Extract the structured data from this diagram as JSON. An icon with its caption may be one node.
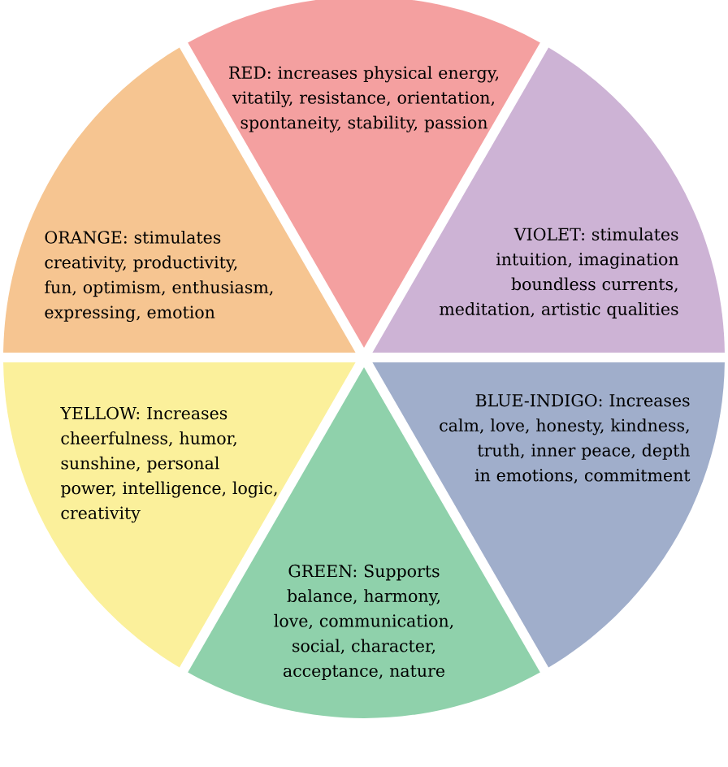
{
  "diagram": {
    "nodes": [
      {
        "text": [
          "RED: increases physical energy, vitatily, resistance, orientation, spontaneity, stability, passion"
        ]
      },
      {
        "text": [
          "ORANGE: stimulates creativity, productivity, fun, optimism, enthusiasm, expressing, emotion"
        ]
      },
      {
        "text": [
          "VIOLET: stimulates intuition, imagination boundless currents, meditation, artistic qualities"
        ]
      },
      {
        "text": [
          "YELLOW: Increases cheerfulness, humor, sunshine, personal power, intelligence, logic, creativity"
        ]
      },
      {
        "text": [
          "BLUE-INDIGO: Increases calm, love, honesty, kindness, truth, inner peace, depth in emotions, commitment"
        ]
      },
      {
        "text": [
          "GREEN: Supports balance, harmony, love, communication, social, character, acceptance, nature"
        ]
      }
    ]
  }
}
